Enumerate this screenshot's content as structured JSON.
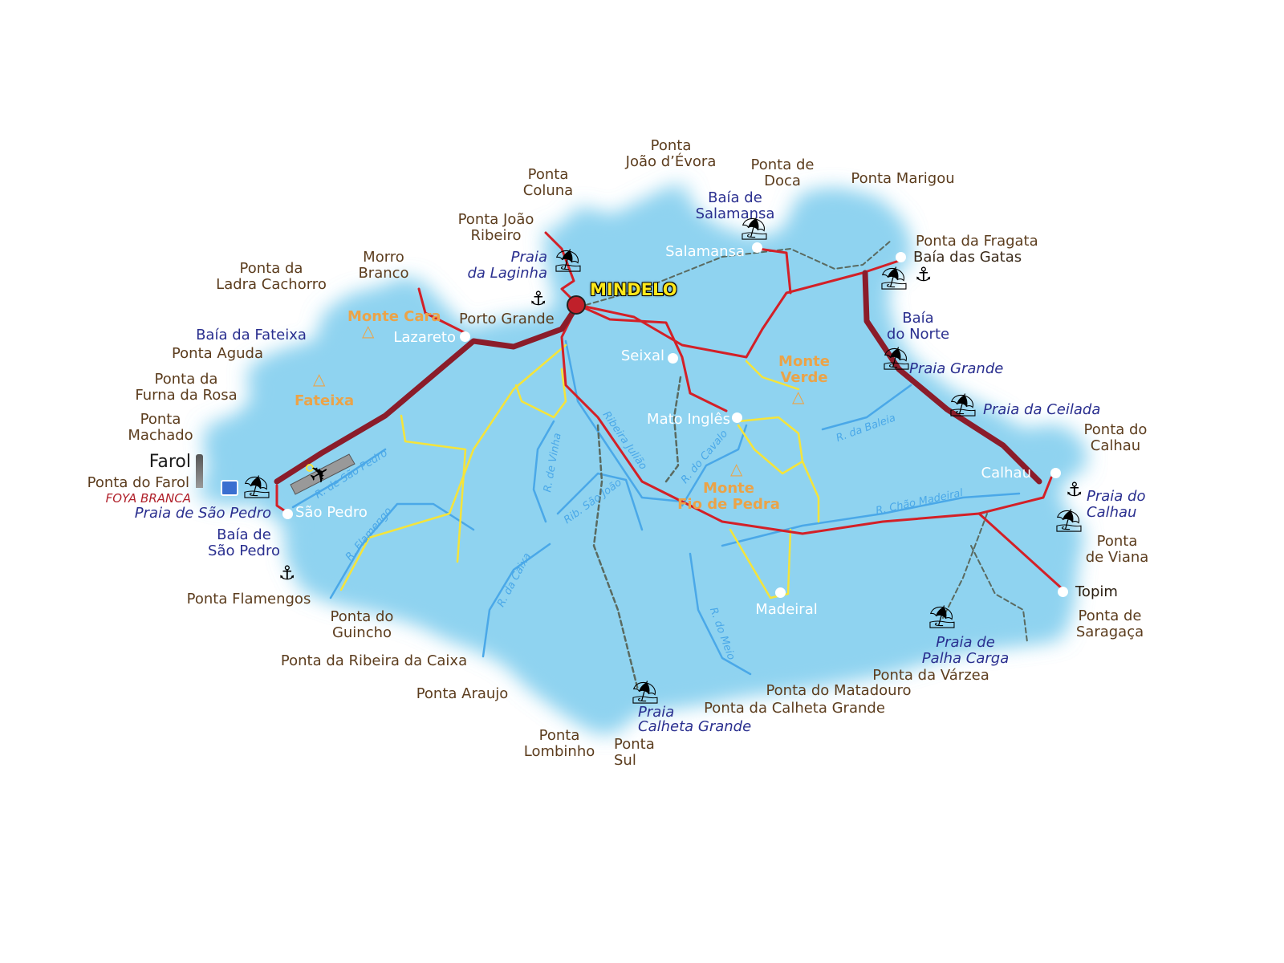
{
  "colors": {
    "island": "#b5227a",
    "sea_glow": "#9fd8f0",
    "main_road": "#8b1c2a",
    "road": "#d32027",
    "track": "#f5e43a",
    "river": "#4aa8e8",
    "point_text": "#5c3d1e",
    "bay_text": "#2a2f8f",
    "mountain_text": "#eba348"
  },
  "capital": "MINDELO",
  "towns": {
    "salamansa": "Salamansa",
    "lazareto": "Lazareto",
    "seixal": "Seixal",
    "mato_ingles": "Mato Inglês",
    "sao_pedro": "São Pedro",
    "calhau": "Calhau",
    "madeiral": "Madeiral",
    "topim": "Topim",
    "porto_grande": "Porto Grande"
  },
  "points": {
    "joao_devora": "Ponta\nJoão d’Évora",
    "doca": "Ponta de\nDoca",
    "marigou": "Ponta Marigou",
    "coluna": "Ponta\nColuna",
    "joao_ribeiro": "Ponta João\nRibeiro",
    "morro_branco": "Morro\nBranco",
    "ladra": "Ponta da\nLadra Cachorro",
    "aguda": "Ponta Aguda",
    "furna": "Ponta da\nFurna da Rosa",
    "machado": "Ponta\nMachado",
    "farol_point": "Ponta do Farol",
    "flamengos": "Ponta Flamengos",
    "guincho": "Ponta do\nGuincho",
    "ribeira_caixa": "Ponta da Ribeira da Caixa",
    "araujo": "Ponta Araujo",
    "lombinho": "Ponta\nLombinho",
    "sul": "Ponta\nSul",
    "calheta": "Ponta da Calheta Grande",
    "matadouro": "Ponta do Matadouro",
    "varzea": "Ponta da Várzea",
    "saragaca": "Ponta de\nSaragaça",
    "viana": "Ponta\nde Viana",
    "calhau": "Ponta do\nCalhau",
    "fragata": "Ponta da Fragata"
  },
  "bays": {
    "salamansa": "Baía de\nSalamansa",
    "gatas": "Baía das Gatas",
    "norte": "Baía\ndo Norte",
    "fateixa": "Baía da Fateixa",
    "sao_pedro": "Baía de\nSão Pedro"
  },
  "beaches": {
    "laginha": "Praia\nda Laginha",
    "grande": "Praia Grande",
    "ceilada": "Praia da Ceilada",
    "calhau": "Praia do\nCalhau",
    "palha_carga": "Praia de\nPalha Carga",
    "calheta": "Praia\nCalheta Grande",
    "sao_pedro": "Praia de São Pedro"
  },
  "mountains": {
    "cara": "Monte Cara",
    "fateixa": "Fateixa",
    "verde": "Monte\nVerde",
    "fio_de_pedra": "Monte\nFio de Pedra"
  },
  "rivers": {
    "sao_pedro": "R. de São Pedro",
    "flamengo": "R. Flamengo",
    "caixa": "R. da Caixa",
    "vinha": "R. de Vinha",
    "sao_joao": "Rib. São João",
    "juliao": "Ribeira Julião",
    "cavalo": "R. do Cavalo",
    "baleia": "R. da Baleia",
    "chao_madeiral": "R. Chão Madeiral",
    "meio": "R. do Meio"
  },
  "landmarks": {
    "farol": "Farol",
    "hotel": "FOYA BRANCA"
  }
}
